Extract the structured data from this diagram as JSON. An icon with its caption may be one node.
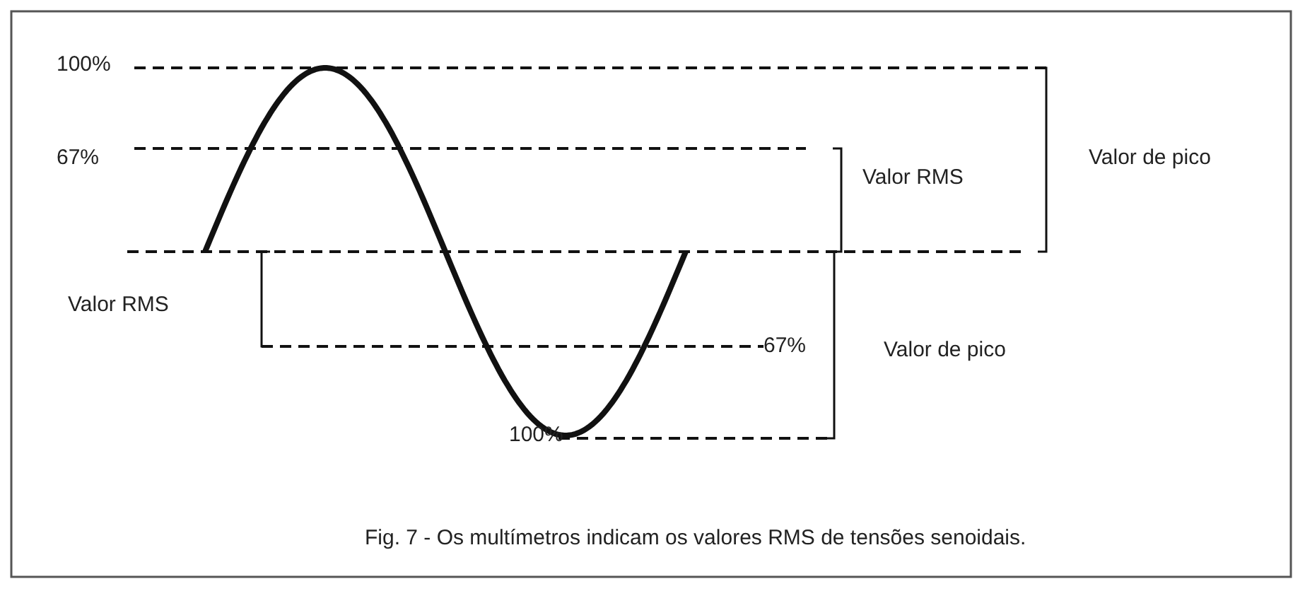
{
  "diagram": {
    "caption": "Fig. 7 - Os multímetros indicam os valores RMS de tensões senoidais.",
    "labels": [
      "100%",
      "67%",
      "Valor RMS",
      "Valor de pico",
      "Valor RMS",
      "67%",
      "Valor de pico",
      "100%"
    ]
  }
}
